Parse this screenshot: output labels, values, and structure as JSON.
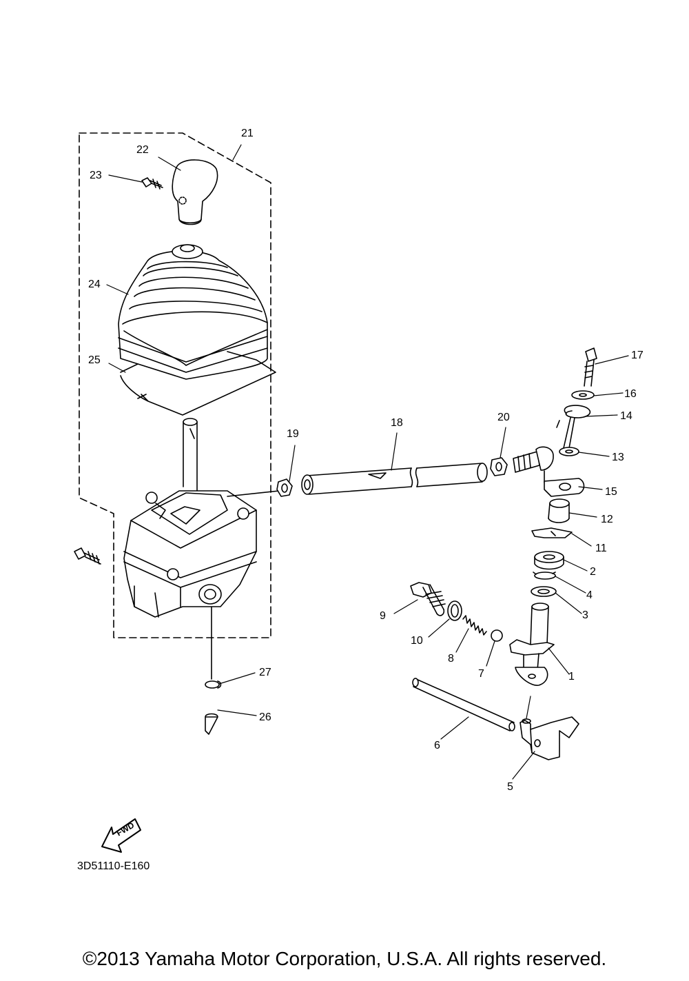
{
  "diagram": {
    "code": "3D51110-E160",
    "fwd_label": "FWD",
    "copyright": "©2013 Yamaha Motor Corporation, U.S.A. All rights reserved."
  },
  "parts": [
    {
      "name": "label-1",
      "text": "1"
    },
    {
      "name": "label-2",
      "text": "2"
    },
    {
      "name": "label-3",
      "text": "3"
    },
    {
      "name": "label-4",
      "text": "4"
    },
    {
      "name": "label-5",
      "text": "5"
    },
    {
      "name": "label-6",
      "text": "6"
    },
    {
      "name": "label-7",
      "text": "7"
    },
    {
      "name": "label-8",
      "text": "8"
    },
    {
      "name": "label-9",
      "text": "9"
    },
    {
      "name": "label-10",
      "text": "10"
    },
    {
      "name": "label-11",
      "text": "11"
    },
    {
      "name": "label-12",
      "text": "12"
    },
    {
      "name": "label-13",
      "text": "13"
    },
    {
      "name": "label-14",
      "text": "14"
    },
    {
      "name": "label-15",
      "text": "15"
    },
    {
      "name": "label-16",
      "text": "16"
    },
    {
      "name": "label-17",
      "text": "17"
    },
    {
      "name": "label-18",
      "text": "18"
    },
    {
      "name": "label-19",
      "text": "19"
    },
    {
      "name": "label-20",
      "text": "20"
    },
    {
      "name": "label-21",
      "text": "21"
    },
    {
      "name": "label-22",
      "text": "22"
    },
    {
      "name": "label-23",
      "text": "23"
    },
    {
      "name": "label-24",
      "text": "24"
    },
    {
      "name": "label-25",
      "text": "25"
    },
    {
      "name": "label-26",
      "text": "26"
    },
    {
      "name": "label-27",
      "text": "27"
    }
  ]
}
